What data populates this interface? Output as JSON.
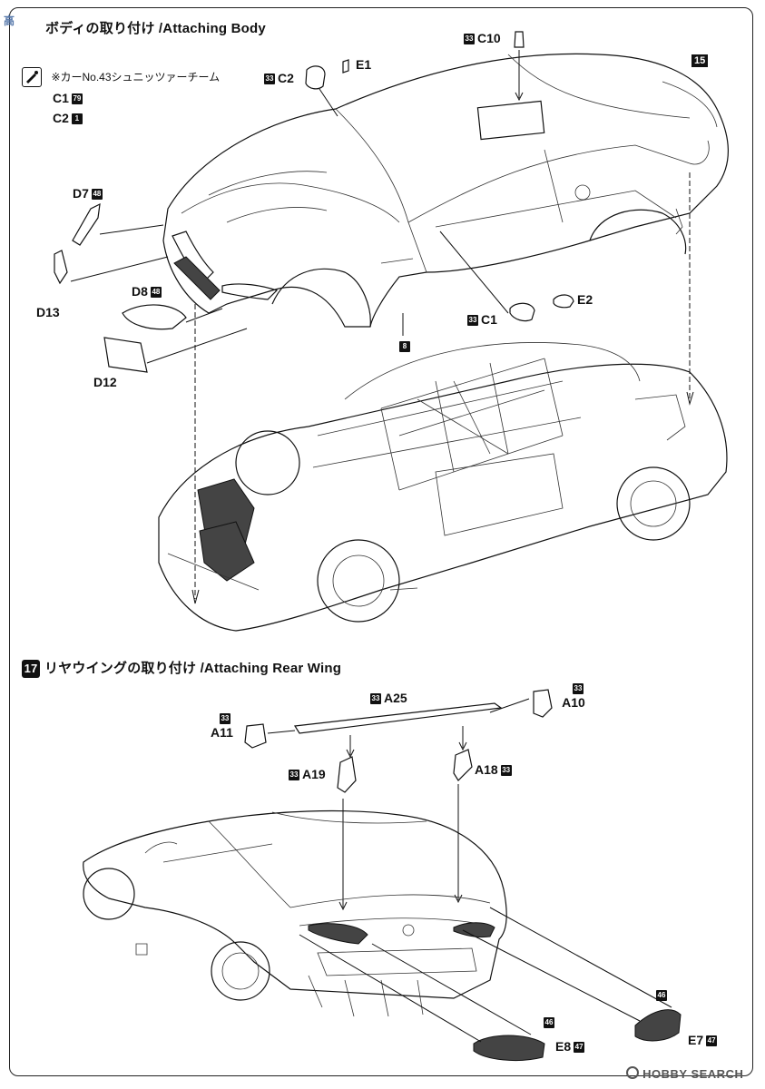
{
  "step16": {
    "title": "ボディの取り付け /Attaching Body",
    "note": "※カーNo.43シュニッツァーチーム",
    "color_labels": [
      {
        "part": "C1",
        "badge": "79"
      },
      {
        "part": "C2",
        "badge": "1"
      }
    ],
    "parts": {
      "c10": {
        "label": "C10",
        "badge": "33"
      },
      "c2": {
        "label": "C2",
        "badge": "33"
      },
      "e1": {
        "label": "E1"
      },
      "d7": {
        "label": "D7",
        "badge": "48"
      },
      "d13": {
        "label": "D13"
      },
      "d8": {
        "label": "D8",
        "badge": "48"
      },
      "d12": {
        "label": "D12"
      },
      "c1": {
        "label": "C1",
        "badge": "33"
      },
      "e2": {
        "label": "E2"
      },
      "tire_badge": "8"
    },
    "next_step": "15"
  },
  "step17": {
    "number": "17",
    "title": "リヤウイングの取り付け /Attaching Rear Wing",
    "parts": {
      "a25": {
        "label": "A25",
        "badge": "33"
      },
      "a10": {
        "label": "A10",
        "badge": "33"
      },
      "a11": {
        "label": "A11",
        "badge": "33"
      },
      "a19": {
        "label": "A19",
        "badge": "33"
      },
      "a18": {
        "label": "A18",
        "badge": "33"
      },
      "e8": {
        "label": "E8",
        "badge_top": "46",
        "badge": "47"
      },
      "e7": {
        "label": "E7",
        "badge_top": "46",
        "badge": "47"
      }
    }
  },
  "watermark": {
    "top_left": "高",
    "bottom_right": "HOBBY SEARCH"
  }
}
